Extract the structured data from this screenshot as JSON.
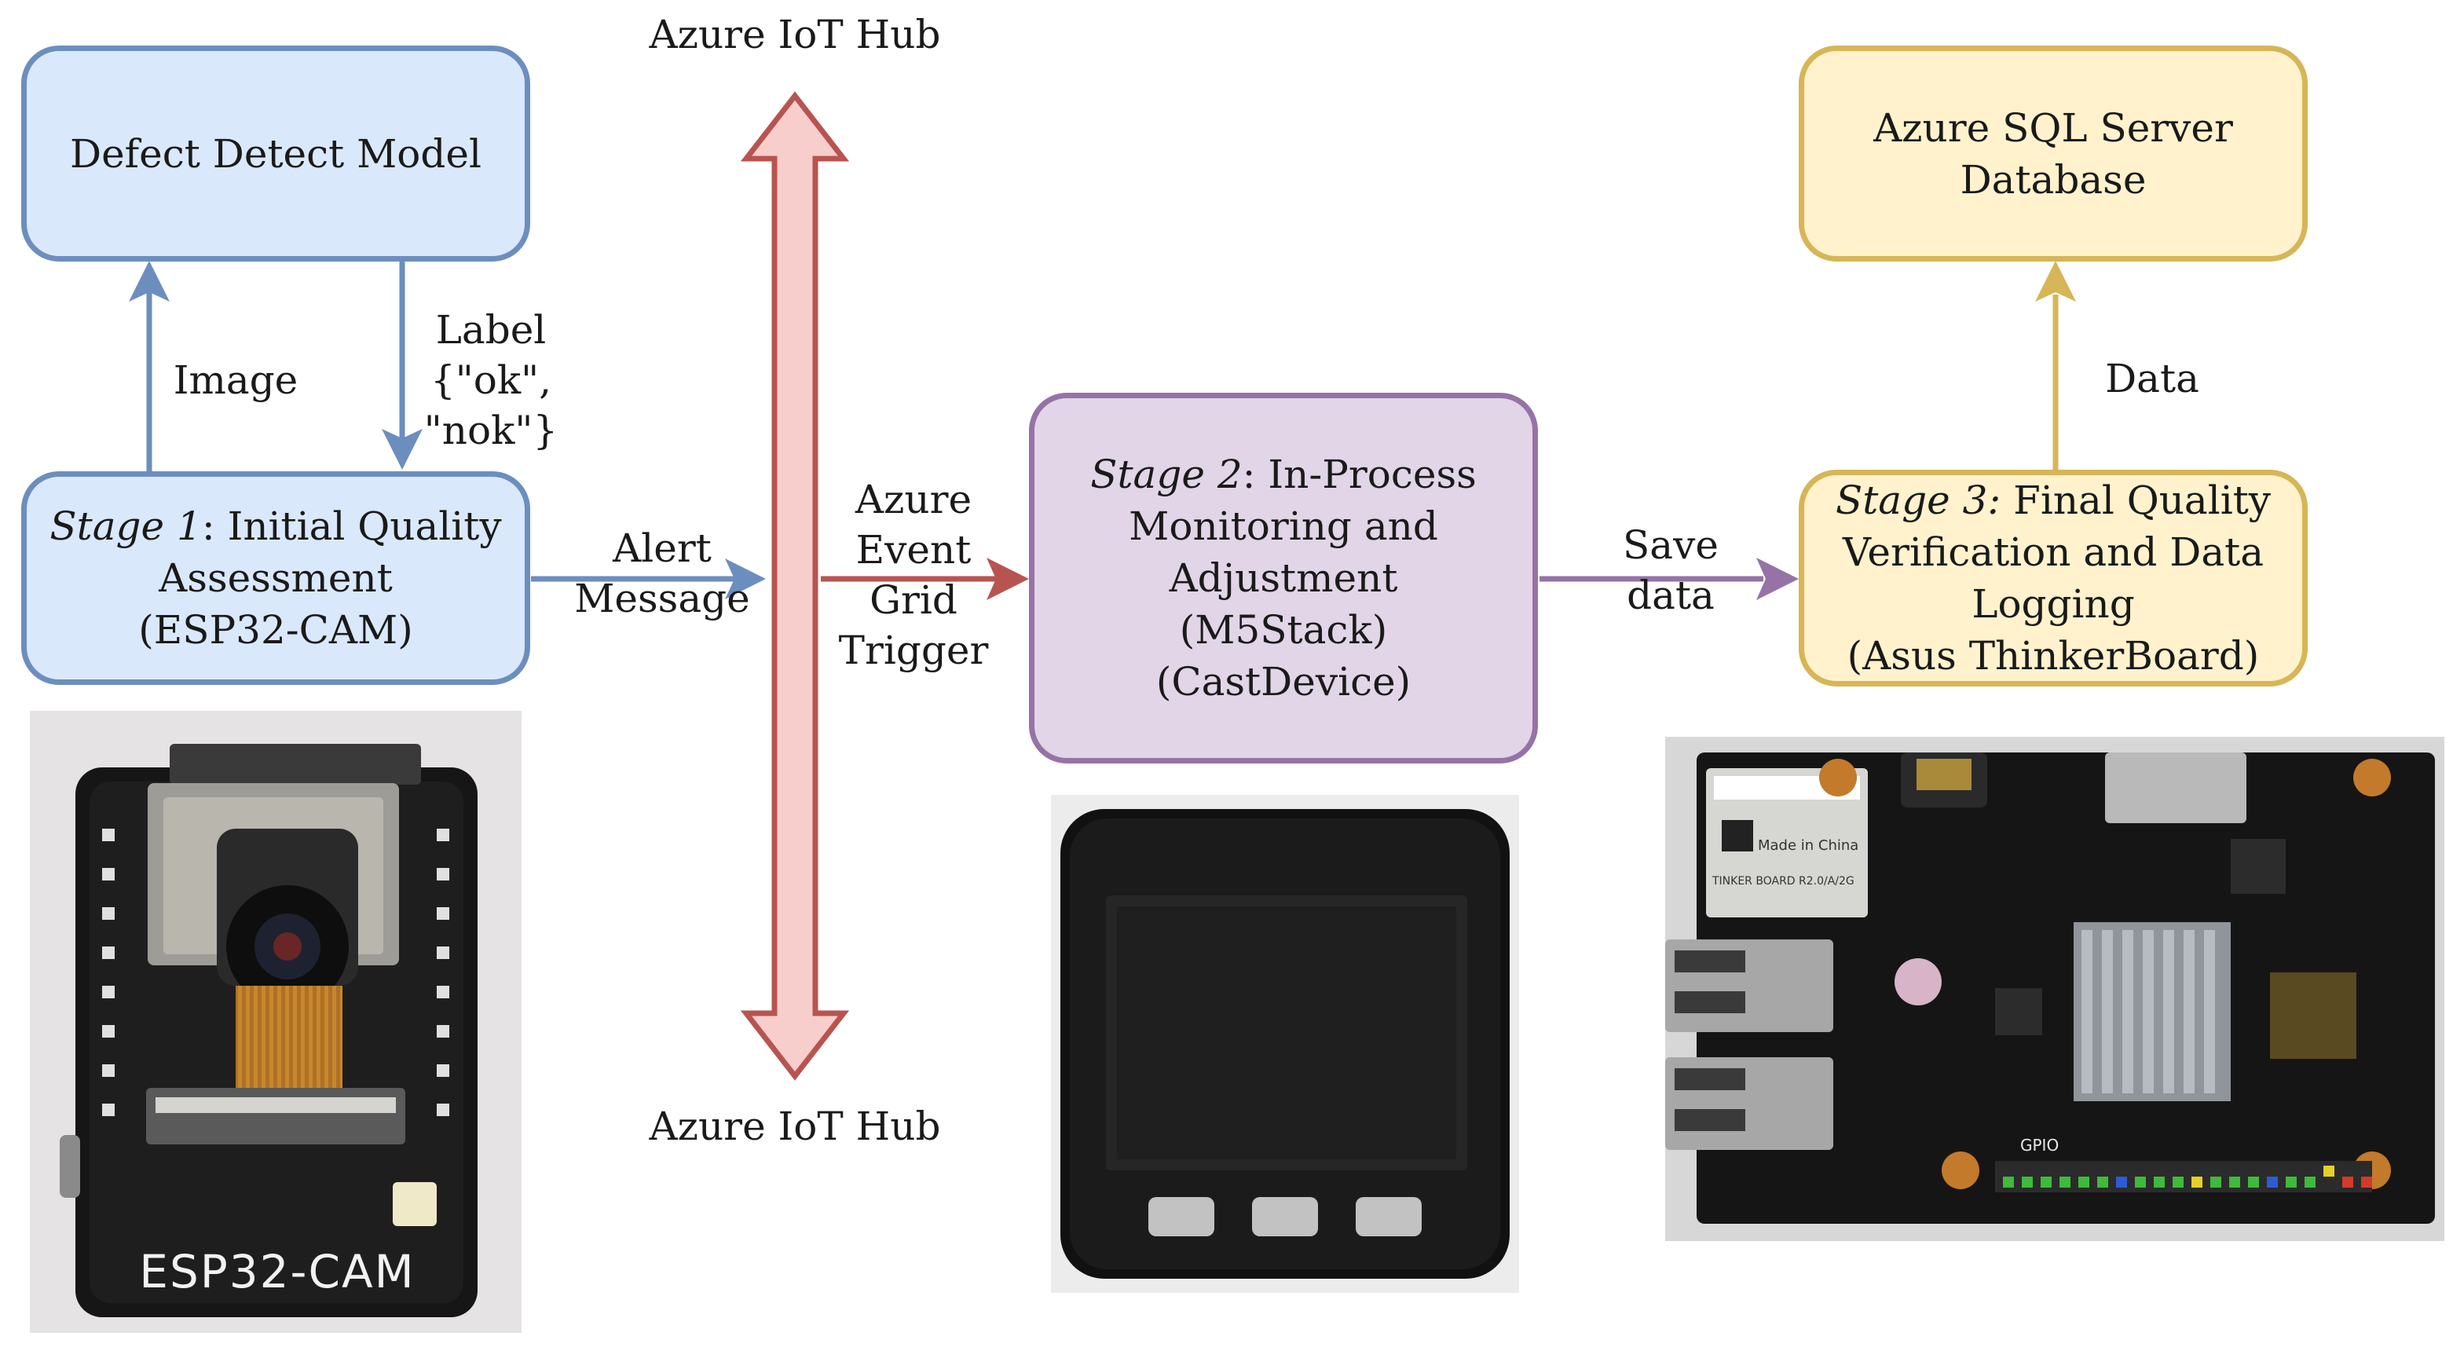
{
  "boxes": {
    "defect_model": {
      "label": "Defect Detect Model"
    },
    "stage1": {
      "stage": "Stage 1",
      "title": ": Initial Quality",
      "line2": "Assessment",
      "line3": "(ESP32-CAM)"
    },
    "stage2": {
      "stage": "Stage 2",
      "title": ": In-Process",
      "line2": "Monitoring and",
      "line3": "Adjustment",
      "line4": "(M5Stack)",
      "line5": "(CastDevice)"
    },
    "stage3": {
      "stage": "Stage 3:",
      "title": " Final Quality",
      "line2": "Verification and Data",
      "line3": "Logging",
      "line4": "(Asus ThinkerBoard)"
    },
    "sql": {
      "line1": "Azure SQL Server",
      "line2": "Database"
    }
  },
  "labels": {
    "iot_hub_top": "Azure IoT Hub",
    "iot_hub_bottom": "Azure IoT Hub",
    "image": "Image",
    "label_l1": "Label",
    "label_l2": "{\"ok\",",
    "label_l3": "\"nok\"}",
    "alert_l1": "Alert",
    "alert_l2": "Message",
    "event_l1": "Azure",
    "event_l2": "Event",
    "event_l3": "Grid",
    "event_l4": "Trigger",
    "save_l1": "Save",
    "save_l2": "data",
    "data": "Data"
  },
  "photos": {
    "esp32_silk": "ESP32-CAM",
    "tinker_made_in": "Made in China",
    "tinker_model": "TINKER BOARD R2.0/A/2G",
    "tinker_gpio": "GPIO"
  },
  "colors": {
    "blue_fill": "#dae8fc",
    "blue_stroke": "#6c8ebf",
    "purple_fill": "#e1d5e7",
    "purple_stroke": "#9673a6",
    "yellow_fill": "#fff2cc",
    "yellow_stroke": "#d6b656",
    "red_fill": "#f8cecc",
    "red_stroke": "#b85450"
  }
}
